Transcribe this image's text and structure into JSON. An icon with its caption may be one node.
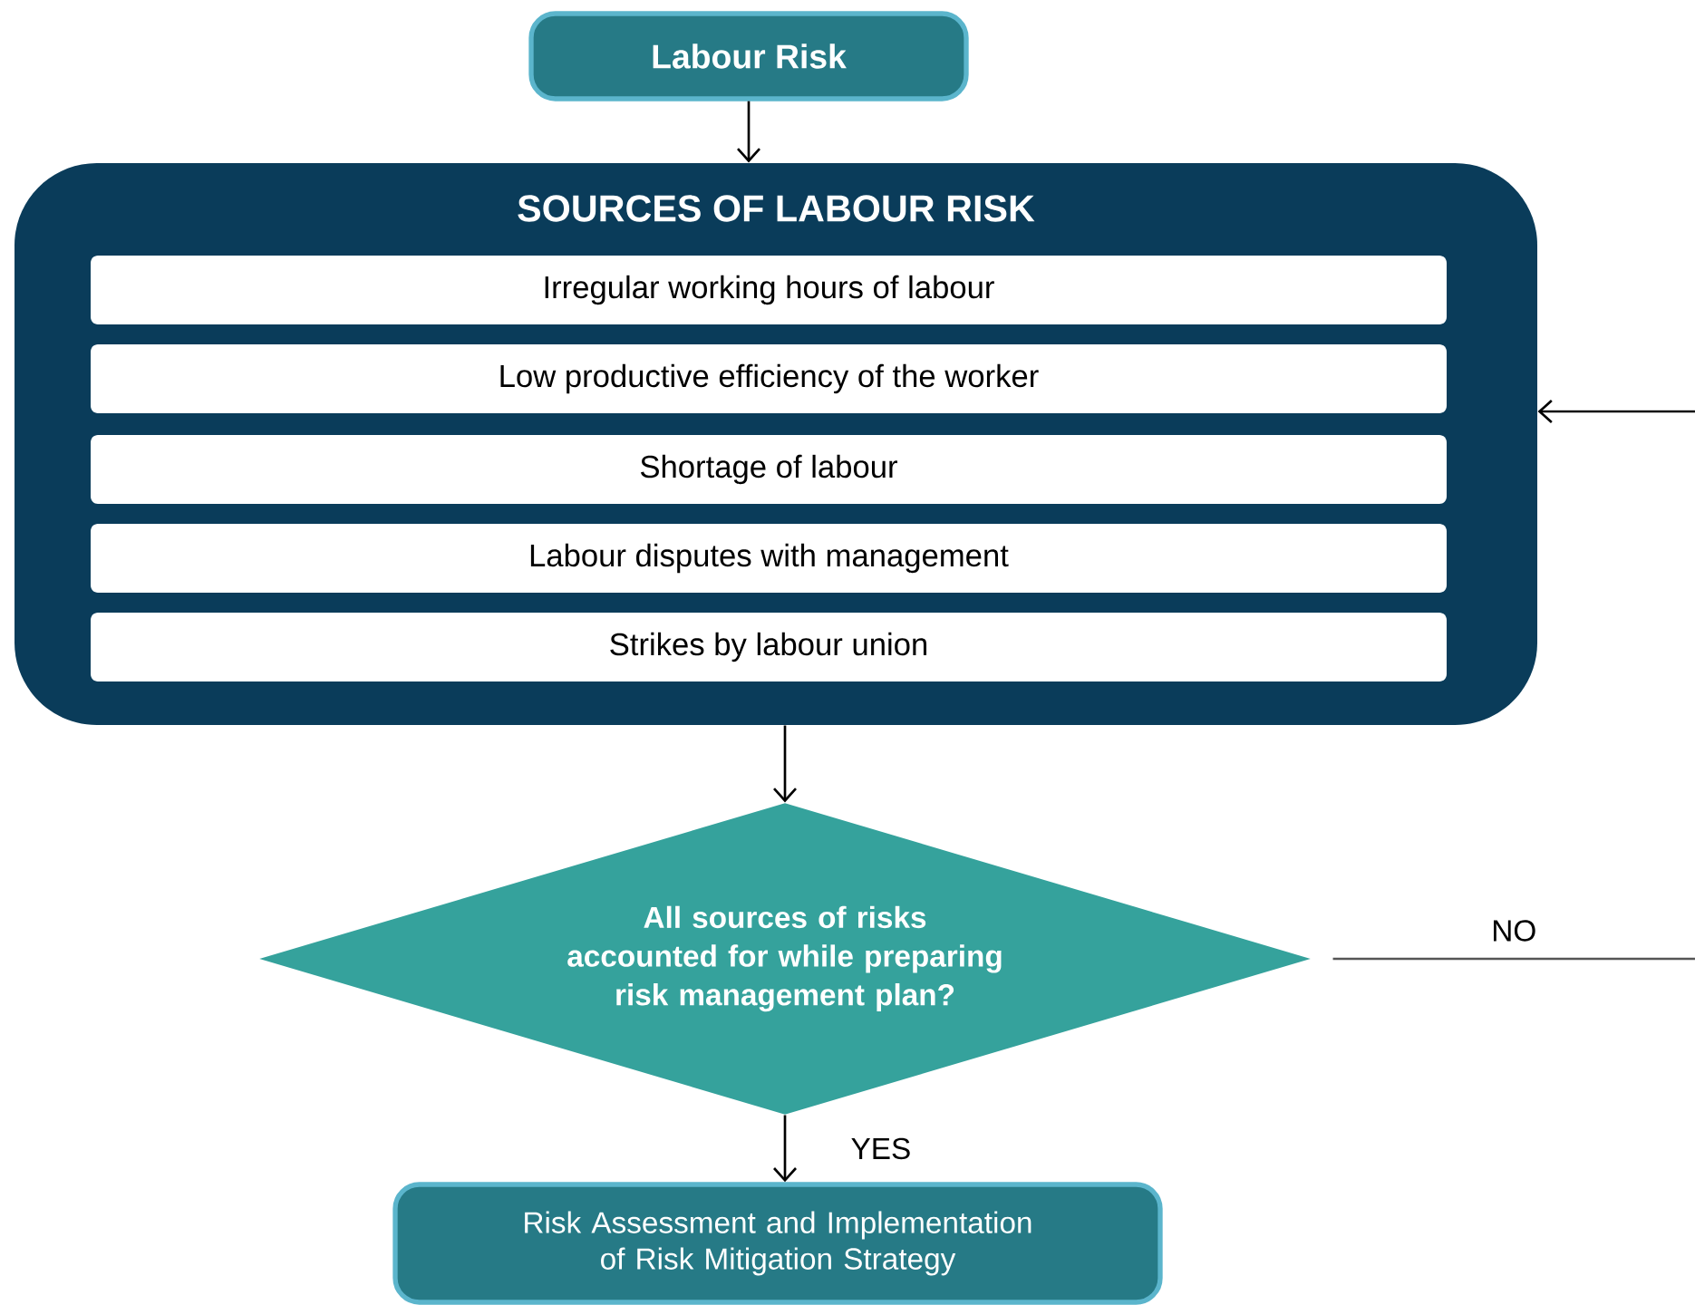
{
  "diagram": {
    "nodes": [
      {
        "text": [
          "Labour Risk"
        ]
      },
      {
        "text": [
          "SOURCES OF LABOUR RISK"
        ]
      },
      {
        "text": [
          "Irregular working hours of labour"
        ],
        "in": 1
      },
      {
        "text": [
          "Low productive efficiency of the worker"
        ],
        "in": 1
      },
      {
        "text": [
          "Shortage of labour"
        ],
        "in": 1
      },
      {
        "text": [
          "Labour disputes with management"
        ],
        "in": 1
      },
      {
        "text": [
          "Strikes by labour union"
        ],
        "in": 1
      },
      {
        "text": [
          "All sources of risks accounted for while preparing risk management plan?"
        ]
      },
      {
        "text": [
          "Risk Assessment and Implementation of Risk Mitigation Strategy"
        ]
      }
    ],
    "edges": [
      {
        "from": 0,
        "to": 1,
        "arrow": "to"
      },
      {
        "from": 1,
        "to": 7,
        "arrow": "to"
      },
      {
        "from": 7,
        "to": 8,
        "arrow": "to",
        "label": "YES"
      },
      {
        "from": 7,
        "to": null,
        "arrow": "none",
        "label": "NO",
        "color": "#555555"
      },
      {
        "from": null,
        "to": 1,
        "arrow": "to"
      }
    ]
  }
}
